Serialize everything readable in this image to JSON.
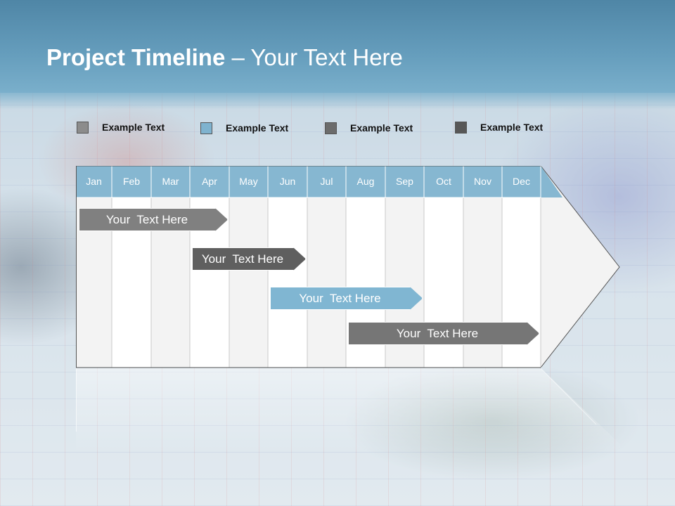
{
  "title": {
    "bold": "Project Timeline",
    "rest": " – Your Text Here"
  },
  "legend": [
    {
      "label": "Example Text",
      "color": "#8c8c8c"
    },
    {
      "label": "Example Text",
      "color": "#7fb3cf"
    },
    {
      "label": "Example Text",
      "color": "#6c6c6c"
    },
    {
      "label": "Example Text",
      "color": "#575757"
    }
  ],
  "months": [
    "Jan",
    "Feb",
    "Mar",
    "Apr",
    "May",
    "Jun",
    "Jul",
    "Aug",
    "Sep",
    "Oct",
    "Nov",
    "Dec"
  ],
  "tasks": [
    {
      "label": "Your  Text Here",
      "start": "Jan",
      "end": "Apr",
      "color": "#808080"
    },
    {
      "label": "Your  Text Here",
      "start": "Apr",
      "end": "Jun",
      "color": "#5f5f5f"
    },
    {
      "label": "Your  Text Here",
      "start": "Jun",
      "end": "Sep",
      "color": "#80b6d2"
    },
    {
      "label": "Your  Text Here",
      "start": "Aug",
      "end": "Dec",
      "color": "#767676"
    }
  ],
  "colors": {
    "header": "#5f97b7",
    "month_band": "#86b7d1",
    "col_light": "#f3f3f3",
    "col_white": "#ffffff"
  }
}
